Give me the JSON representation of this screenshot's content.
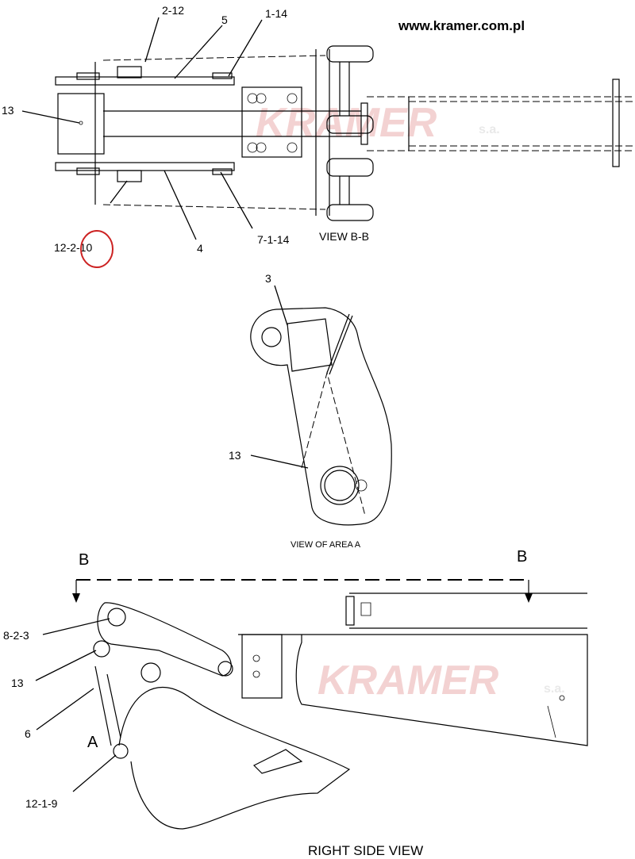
{
  "header": {
    "url": "www.kramer.com.pl"
  },
  "watermark": {
    "brand": "KRAMER",
    "suffix": "s.a."
  },
  "view_bb": {
    "title": "VIEW B-B",
    "callouts": {
      "c_2_12": "2-12",
      "c_5": "5",
      "c_1_14": "1-14",
      "c_13": "13",
      "c_12_2_10": "12-2-10",
      "c_4": "4",
      "c_7_1_14": "7-1-14"
    },
    "highlight_color": "#cc2222"
  },
  "view_area_a": {
    "title": "VIEW OF AREA A",
    "callouts": {
      "c_3": "3",
      "c_13": "13"
    }
  },
  "right_side_view": {
    "title": "RIGHT SIDE VIEW",
    "section_marks": {
      "left": "B",
      "right": "B"
    },
    "area_mark": "A",
    "callouts": {
      "c_8_2_3": "8-2-3",
      "c_13": "13",
      "c_6": "6",
      "c_12_1_9": "12-1-9"
    }
  }
}
